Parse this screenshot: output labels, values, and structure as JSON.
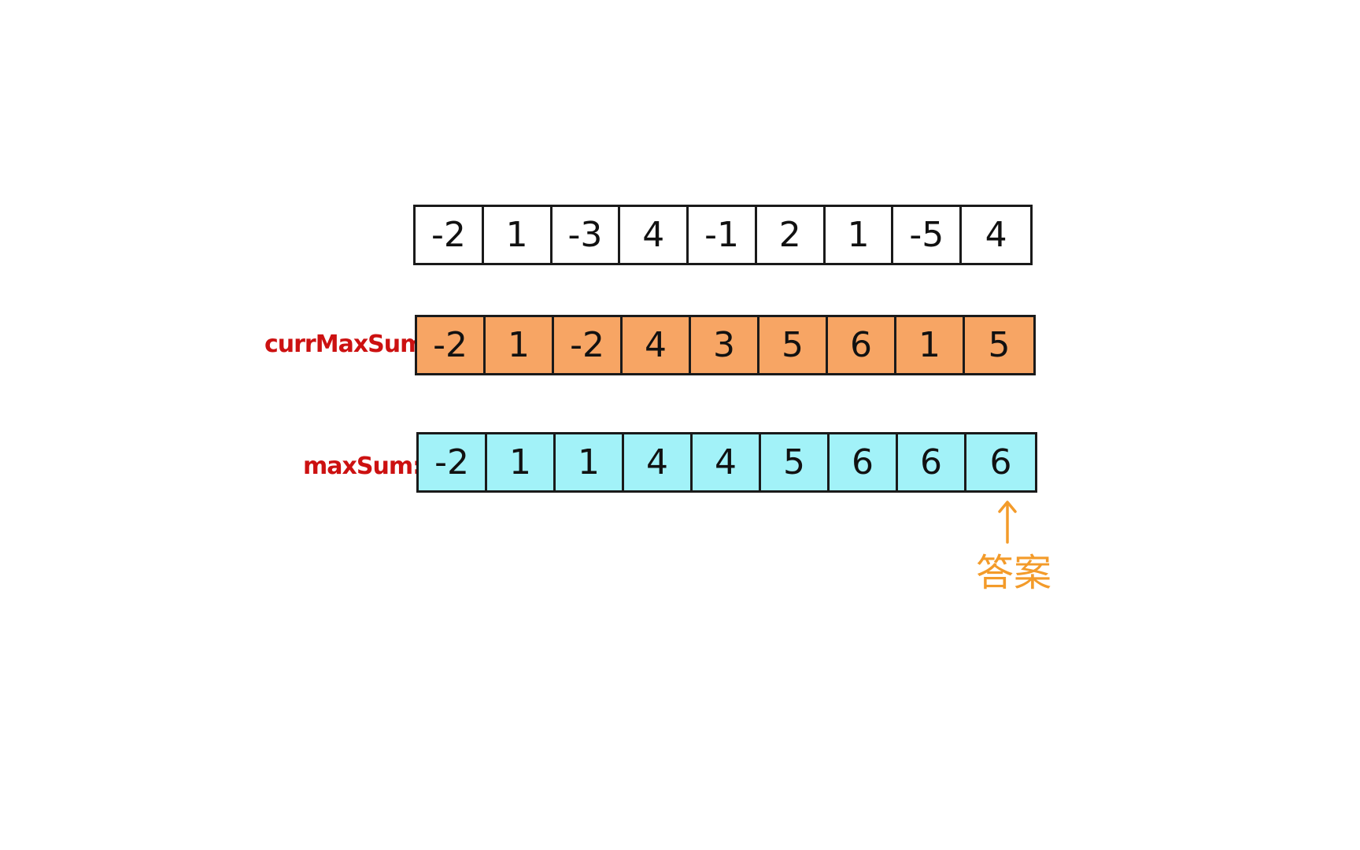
{
  "colors": {
    "input_fill": "#ffffff",
    "curr_fill": "#f7a564",
    "max_fill": "#a2f2f8",
    "label_red": "#cc1111",
    "answer_orange": "#f39b2a"
  },
  "input_row": {
    "values": [
      "-2",
      "1",
      "-3",
      "4",
      "-1",
      "2",
      "1",
      "-5",
      "4"
    ]
  },
  "curr_row": {
    "label": "currMaxSum:",
    "values": [
      "-2",
      "1",
      "-2",
      "4",
      "3",
      "5",
      "6",
      "1",
      "5"
    ]
  },
  "max_row": {
    "label": "maxSum:",
    "values": [
      "-2",
      "1",
      "1",
      "4",
      "4",
      "5",
      "6",
      "6",
      "6"
    ]
  },
  "answer": {
    "label": "答案",
    "icon": "arrow-up-icon"
  }
}
